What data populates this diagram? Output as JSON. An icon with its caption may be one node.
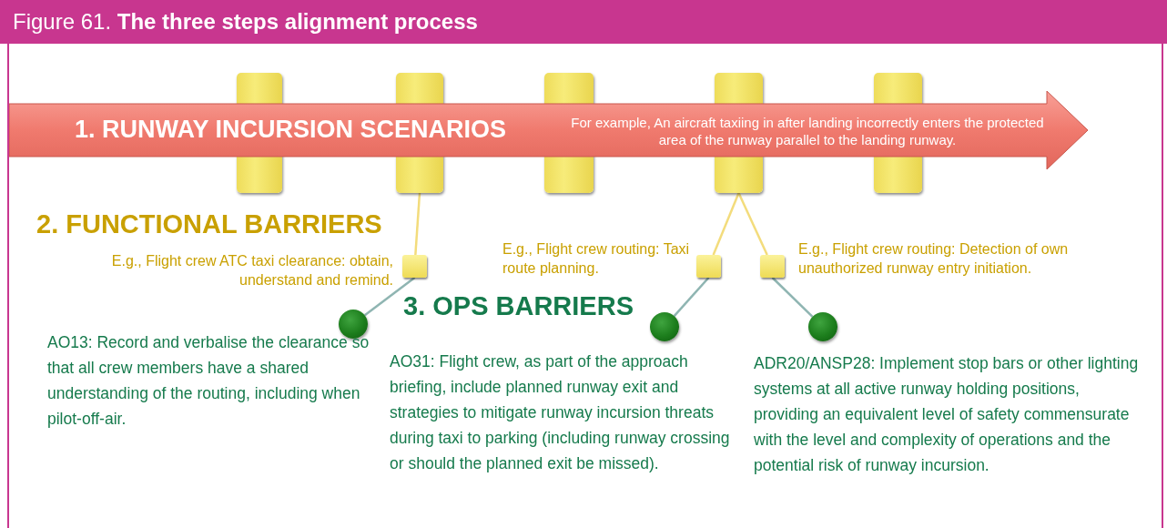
{
  "diagram": {
    "title": "Figure 61. **The three steps alignment process**",
    "nodes": [
      {
        "text": [
          "1. RUNWAY INCURSION SCENARIOS",
          "For example, An aircraft taxiing in after landing incorrectly enters the protected area of the runway parallel to the landing runway."
        ]
      },
      {
        "text": [],
        "shape": "bar"
      },
      {
        "text": [],
        "shape": "bar"
      },
      {
        "text": [],
        "shape": "bar"
      },
      {
        "text": [],
        "shape": "bar"
      },
      {
        "text": [],
        "shape": "bar"
      },
      {
        "text": [],
        "shape": "box",
        "beside": [
          "E.g., Flight crew ATC taxi clearance: obtain, understand and remind."
        ]
      },
      {
        "text": [],
        "shape": "box",
        "beside": [
          "E.g., Flight crew routing: Taxi route planning."
        ]
      },
      {
        "text": [],
        "shape": "box",
        "beside": [
          "E.g., Flight crew routing: Detection of own unauthorized runway entry initiation."
        ]
      },
      {
        "text": [],
        "shape": "circle",
        "beside": [
          "AO13: Record and verbalise the clearance so that all crew members have a shared understanding of the routing, including when pilot-off-air."
        ]
      },
      {
        "text": [],
        "shape": "circle",
        "beside": [
          "AO31: Flight crew, as part of the approach briefing, include planned runway exit and strategies to mitigate runway incursion threats during taxi to parking (including runway crossing or should the planned exit be missed)."
        ]
      },
      {
        "text": [],
        "shape": "circle",
        "beside": [
          "ADR20/ANSP28: Implement stop bars or other lighting systems at all active runway holding positions, providing an equivalent level of safety commensurate with the level and complexity of operations and the potential risk of runway incursion."
        ]
      }
    ],
    "edges": [
      {
        "from": 2,
        "to": 6,
        "arrow": "none",
        "color": "#f3dc7c"
      },
      {
        "from": 4,
        "to": 7,
        "arrow": "none",
        "color": "#f3dc7c"
      },
      {
        "from": 4,
        "to": 8,
        "arrow": "none",
        "color": "#f3dc7c"
      },
      {
        "from": 6,
        "to": 9,
        "arrow": "none",
        "color": "#8fb5b2"
      },
      {
        "from": 7,
        "to": 10,
        "arrow": "none",
        "color": "#8fb5b2"
      },
      {
        "from": 8,
        "to": 11,
        "arrow": "none",
        "color": "#8fb5b2"
      }
    ],
    "labels": [
      "2. FUNCTIONAL BARRIERS",
      "3. OPS BARRIERS"
    ]
  }
}
